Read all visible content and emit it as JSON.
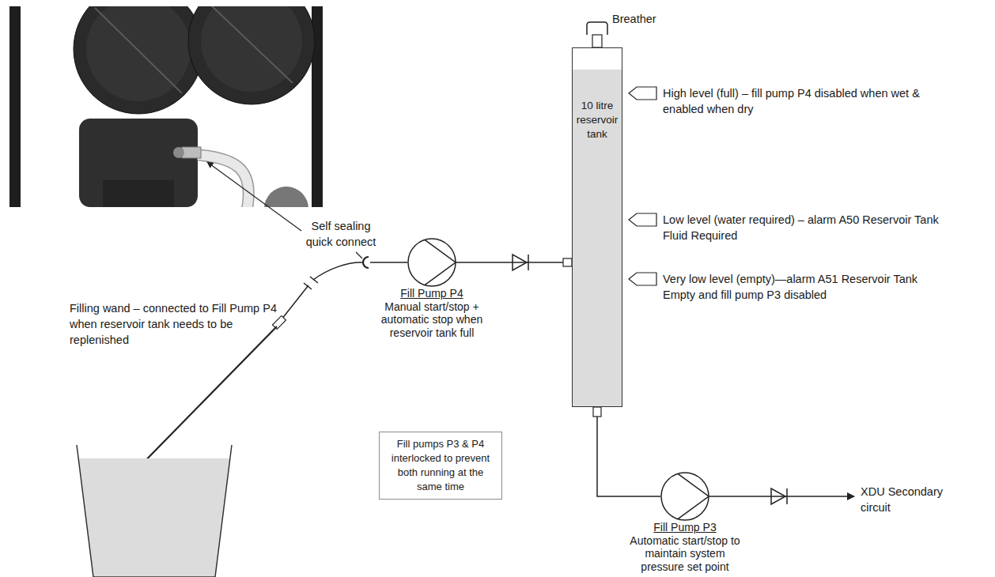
{
  "diagram": {
    "nodes": [
      {
        "text": [
          "Fill Pump P4",
          "Manual start/stop + automatic stop when reservoir tank full"
        ]
      },
      {
        "text": [
          "10 litre reservoir tank"
        ]
      },
      {
        "text": [
          "Fill pumps P3 & P4 interlocked to prevent both running at the same time"
        ]
      },
      {
        "text": [
          "Fill Pump P3",
          "Automatic start/stop to maintain system pressure set point"
        ]
      }
    ],
    "edges": [
      {
        "from": 0,
        "to": 1,
        "arrow": "none"
      },
      {
        "from": 1,
        "to": 3,
        "arrow": "none"
      }
    ],
    "labels": [
      "Breather",
      "High level (full) – fill pump P4 disabled when wet & enabled when dry",
      "Self sealing quick connect",
      "Low level (water required) – alarm A50 Reservoir Tank Fluid Required",
      "Very low level (empty)—alarm A51 Reservoir Tank Empty and fill pump P3 disabled",
      "Filling wand – connected to Fill Pump P4 when reservoir tank needs to be replenished",
      "XDU Secondary circuit"
    ]
  }
}
